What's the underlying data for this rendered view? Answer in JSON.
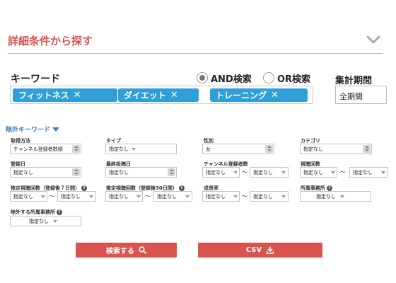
{
  "header": {
    "title": "詳細条件から探す",
    "chevron_icon": "chevron-down-icon"
  },
  "keyword": {
    "label": "キーワード",
    "mode_and": "AND検索",
    "mode_or": "OR検索",
    "selected_mode": "AND",
    "tags": [
      "フィットネス",
      "ダイエット",
      "トレーニング"
    ],
    "remove_glyph": "✕"
  },
  "period": {
    "label": "集計期間",
    "value": "全期間"
  },
  "exclude_toggle": "除外キーワード",
  "filters": {
    "acquisition": {
      "label": "取得方法",
      "value": "チャンネル登録者数順"
    },
    "type": {
      "label": "タイプ",
      "value": "指定なし"
    },
    "gender": {
      "label": "性別",
      "value": "女"
    },
    "category": {
      "label": "カテゴリ",
      "value": "指定なし"
    },
    "registered": {
      "label": "登録日",
      "value": "指定なし"
    },
    "last_post": {
      "label": "最終投稿日",
      "value": "指定なし"
    },
    "subscribers": {
      "label": "チャンネル登録者数",
      "from": "指定なし",
      "to": "指定なし"
    },
    "views": {
      "label": "視聴回数",
      "from": "指定なし",
      "to": "指定なし"
    },
    "est_views_7": {
      "label": "推定視聴回数（登録後７日間）",
      "from": "指定なし",
      "to": "指定なし"
    },
    "est_views_30": {
      "label": "推定視聴回数（登録後30日間）",
      "from": "指定なし",
      "to": "指定なし"
    },
    "growth": {
      "label": "成長率",
      "from": "指定なし",
      "to": "指定なし"
    },
    "agency": {
      "label": "所属事務所",
      "value": "指定なし"
    },
    "exclude_agency": {
      "label": "除外する所属事務所",
      "value": "指定なし"
    },
    "tilde": "〜",
    "help_glyph": "?"
  },
  "actions": {
    "search_label": "検索する",
    "csv_label": "CSV"
  },
  "colors": {
    "accent": "#d9534f",
    "tag": "#2f9fd8",
    "link": "#3a7ab8"
  }
}
